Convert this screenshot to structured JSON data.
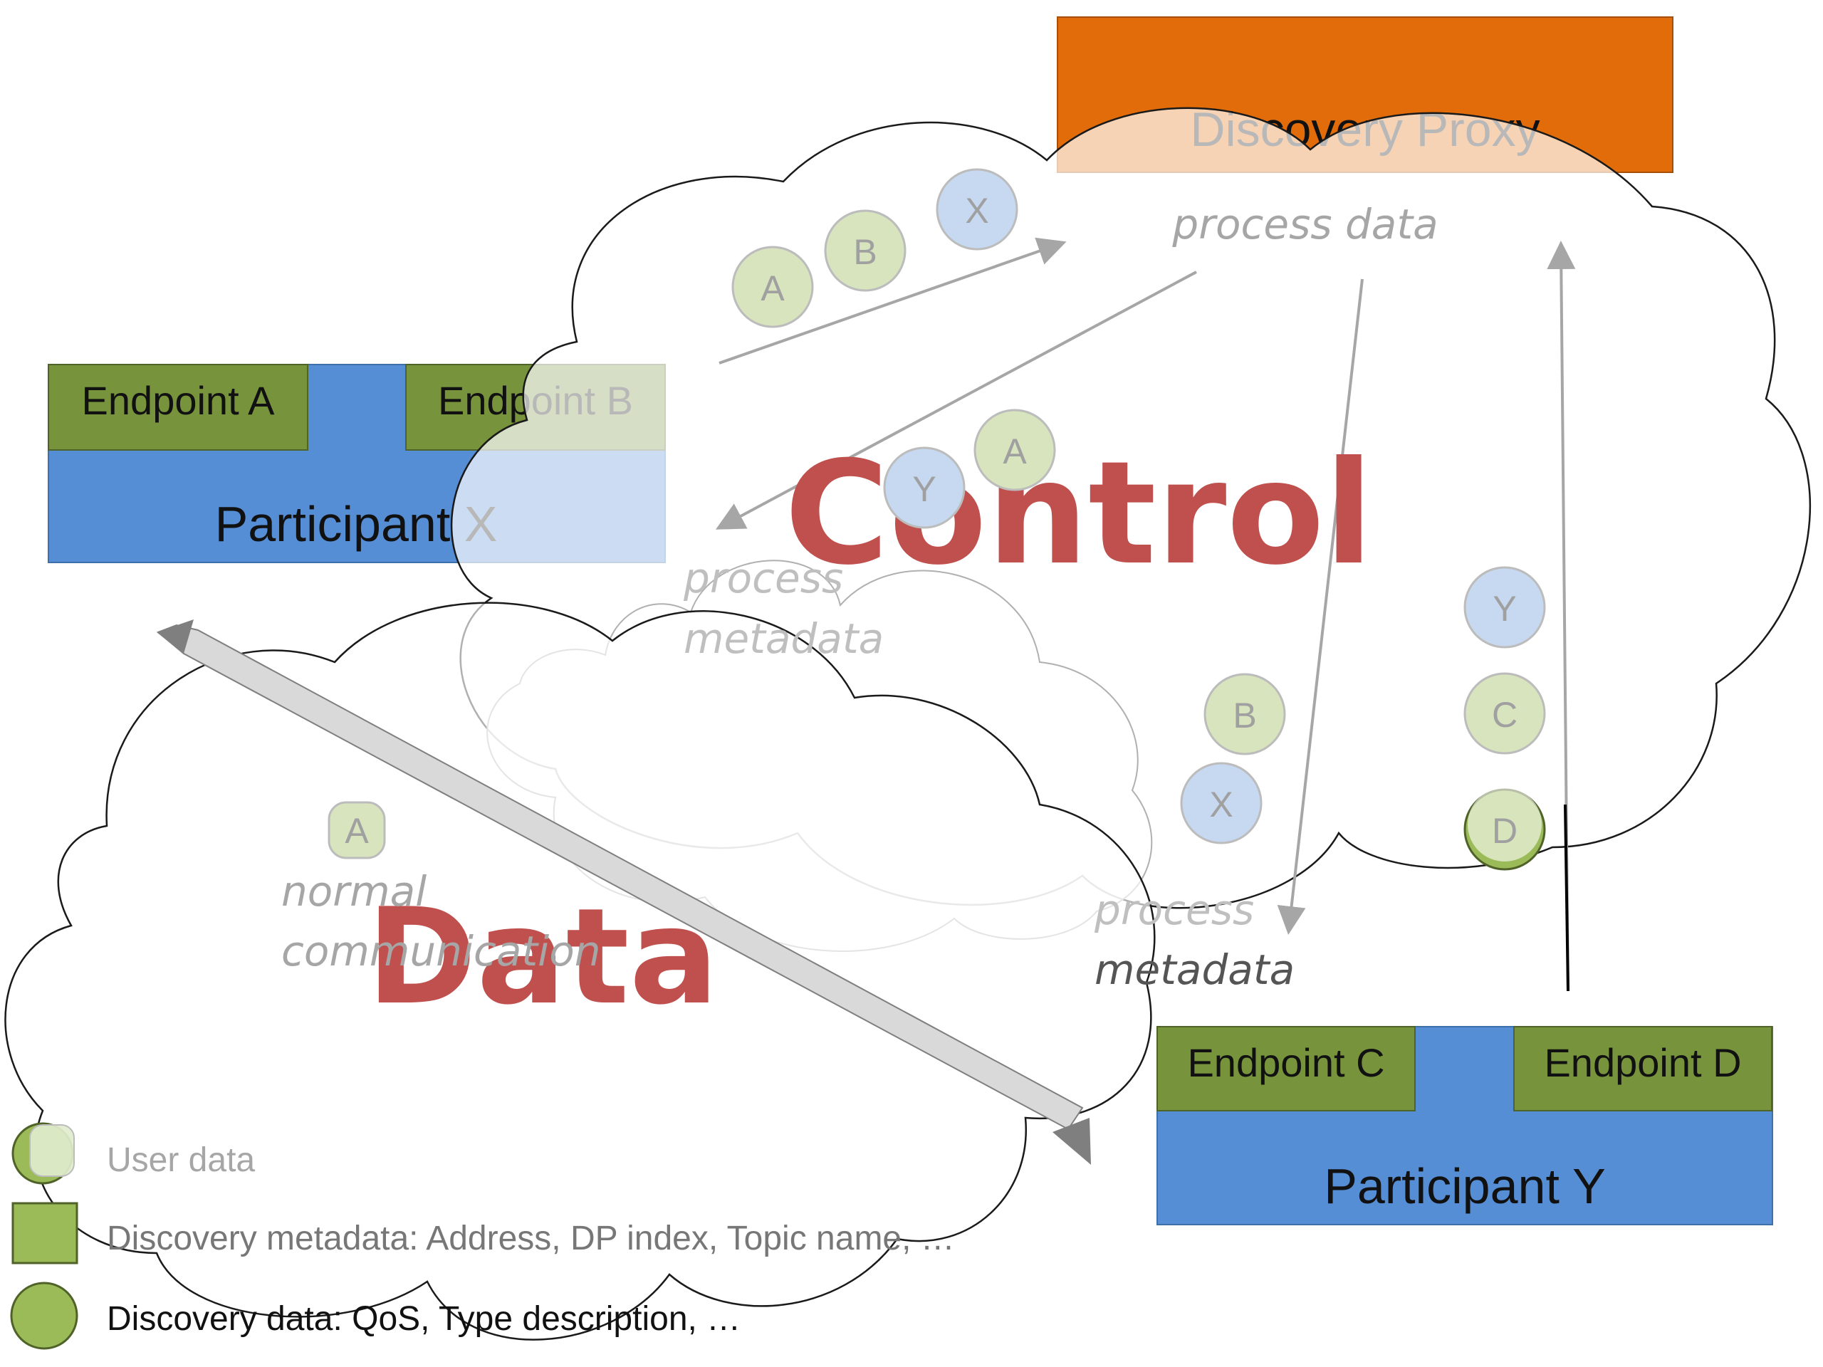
{
  "discovery_proxy": {
    "label": "Discovery Proxy",
    "color": "#E36C0A"
  },
  "clouds": {
    "control": {
      "label": "Control",
      "label_color": "#C0504D"
    },
    "data": {
      "label": "Data",
      "label_color": "#C0504D"
    }
  },
  "process_labels": {
    "process_data": "process data",
    "control_process_line1": "process",
    "control_process_line2": "metadata",
    "participant_y_process_line1": "process",
    "participant_y_process_line2": "metadata",
    "normal_line1": "normal",
    "normal_line2": "communication"
  },
  "participant_x": {
    "label": "Participant X",
    "endpoints": [
      "Endpoint A",
      "Endpoint B"
    ],
    "color": "#558ED5",
    "endpoint_color": "#77933C"
  },
  "participant_y": {
    "label": "Participant Y",
    "endpoints": [
      "Endpoint C",
      "Endpoint D"
    ],
    "color": "#558ED5",
    "endpoint_color": "#77933C"
  },
  "circles": {
    "a_top": "A",
    "b_top": "B",
    "x_top": "X",
    "y_mid": "Y",
    "a_mid": "A",
    "y_right": "Y",
    "c_right": "C",
    "d_right": "D",
    "b_low": "B",
    "x_low": "X",
    "a_data": "A"
  },
  "legend": {
    "user_data": "User data",
    "discovery_metadata": "Discovery metadata: Address, DP index, Topic name, …",
    "discovery_data": "Discovery data: QoS, Type description, …"
  },
  "colors": {
    "green": "#9BBB59",
    "blue_circle": "#C6D9F1",
    "green_circle": "#D7E4BD",
    "arrow_grey": "#A6A6A6"
  }
}
